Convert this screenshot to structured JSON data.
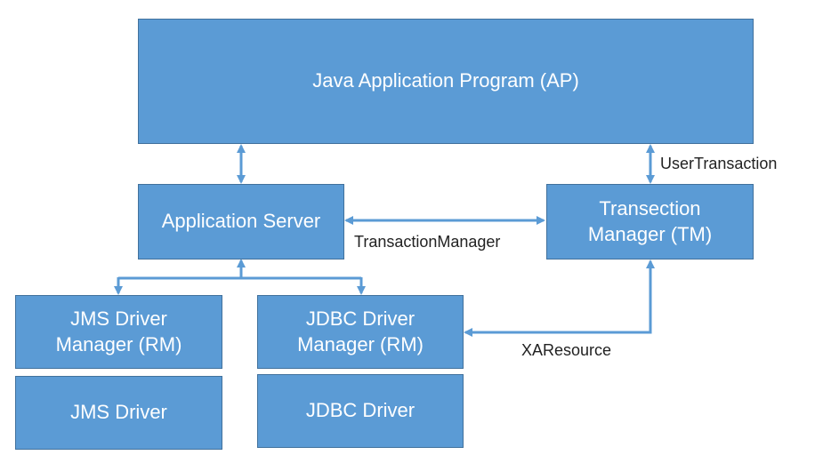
{
  "boxes": {
    "ap": "Java Application Program (AP)",
    "app_server": "Application Server",
    "tm": "Transection\nManager (TM)",
    "jms_manager": "JMS Driver\nManager (RM)",
    "jdbc_manager": "JDBC Driver\nManager (RM)",
    "jms_driver": "JMS Driver",
    "jdbc_driver": "JDBC Driver"
  },
  "edges": {
    "user_transaction": "UserTransaction",
    "transaction_manager": "TransactionManager",
    "xa_resource": "XAResource"
  },
  "colors": {
    "box_fill": "#5b9bd5",
    "box_border": "#41719c",
    "arrow": "#5b9bd5"
  }
}
